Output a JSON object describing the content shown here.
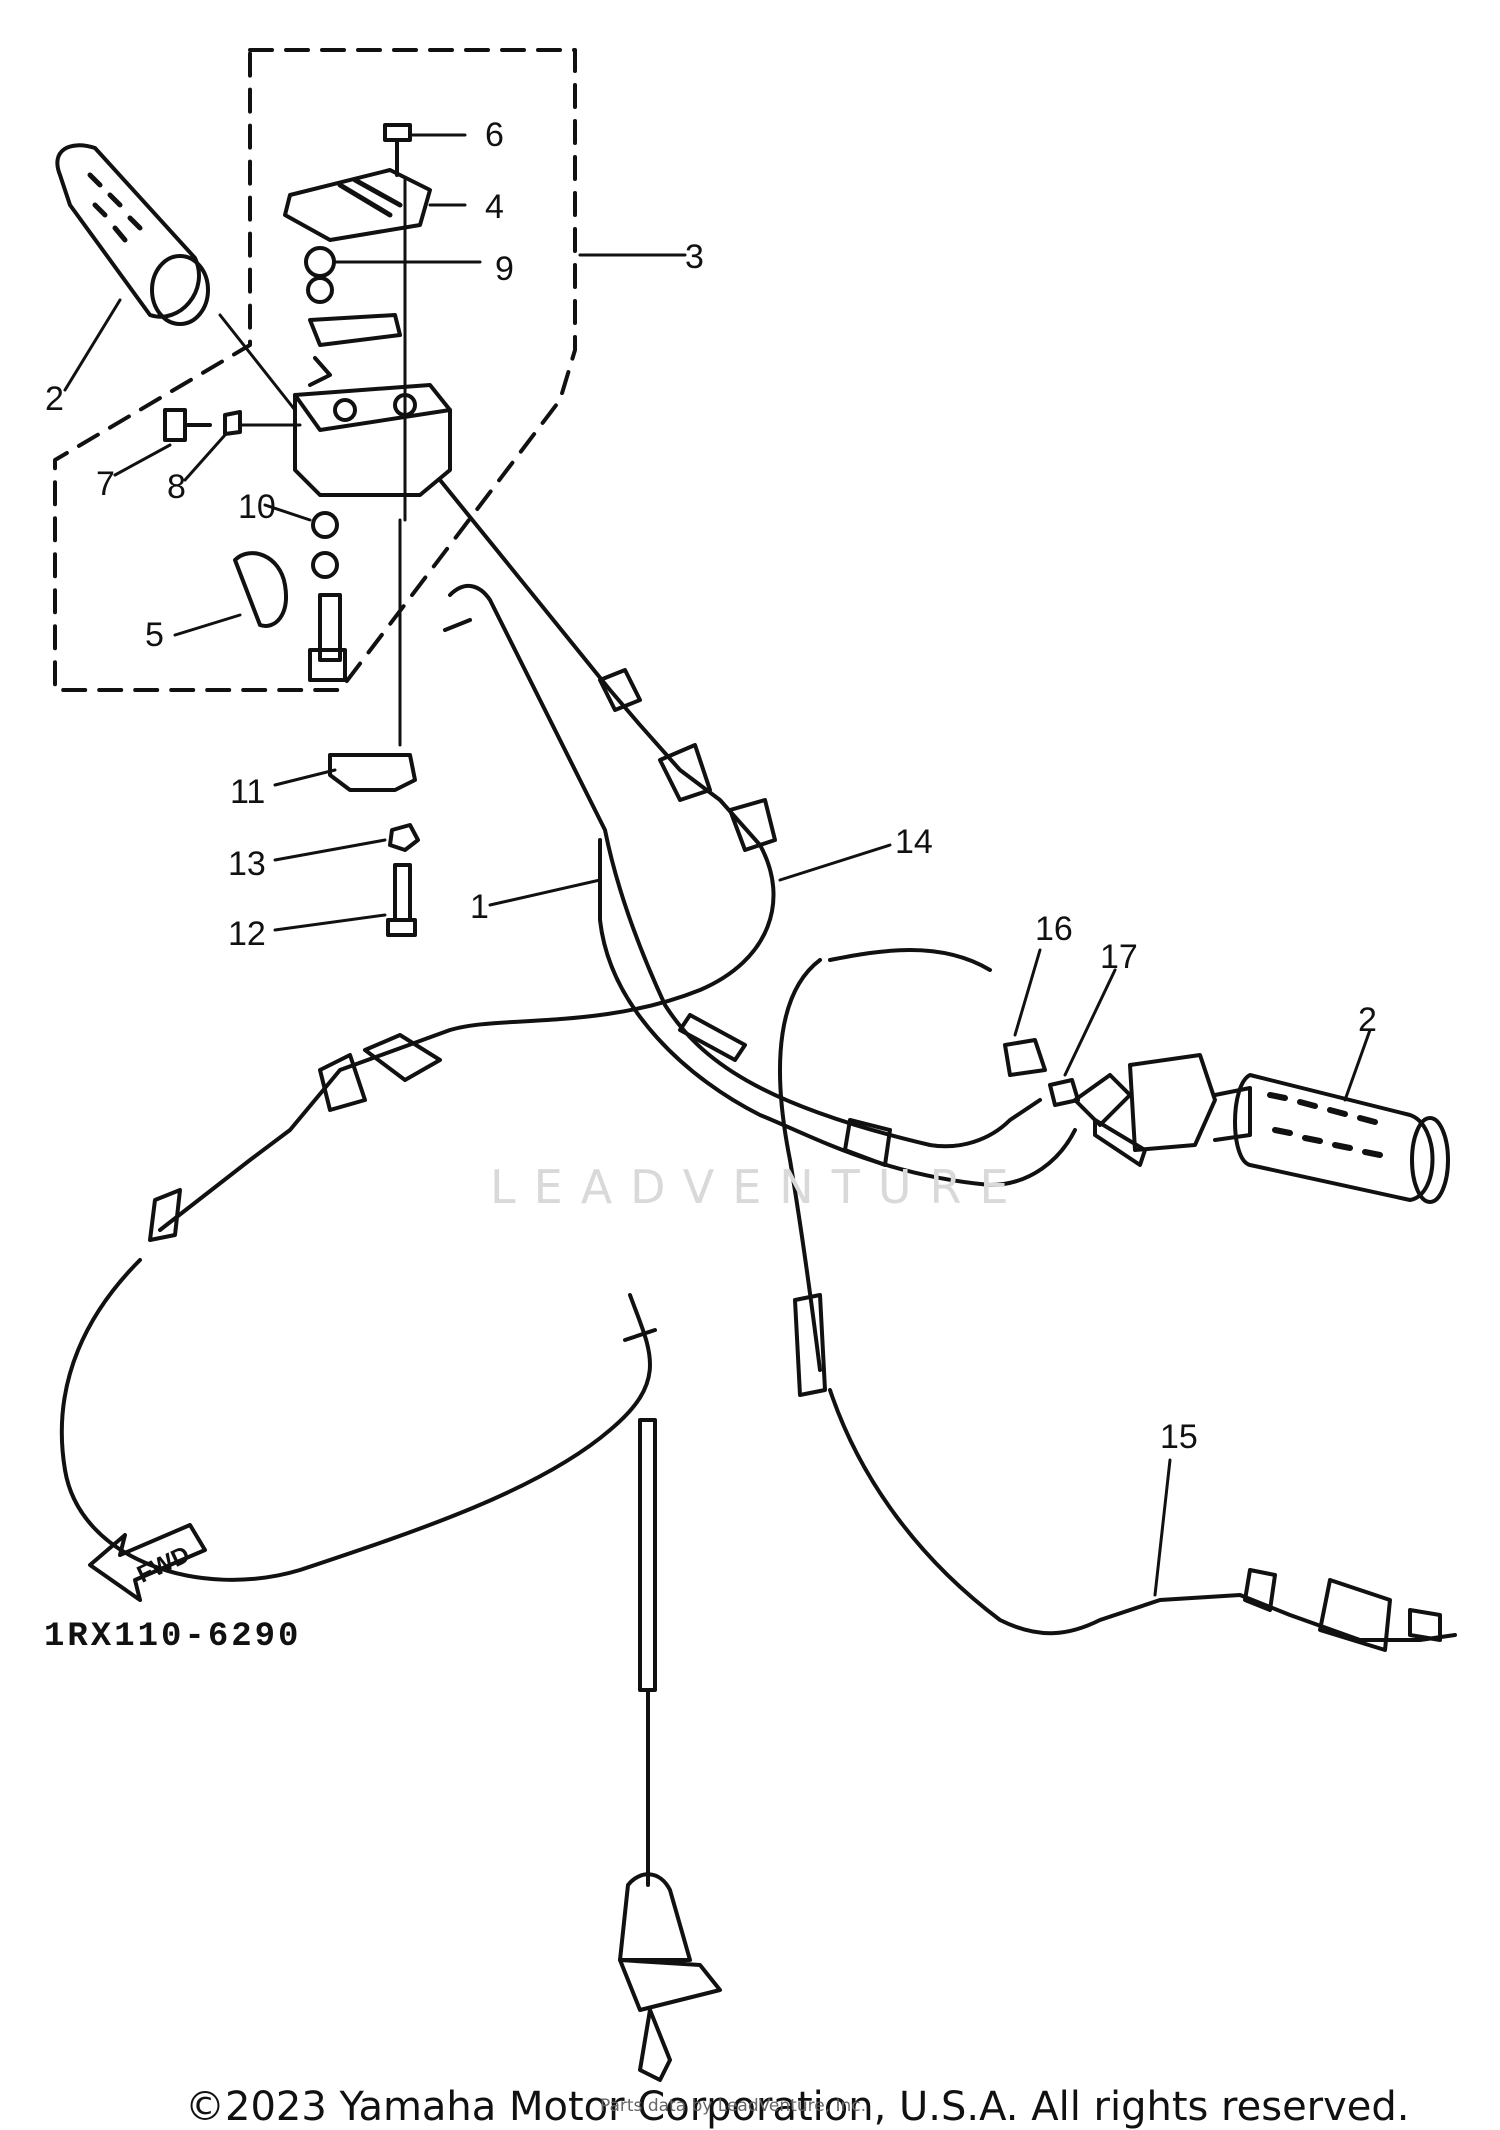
{
  "diagram": {
    "callouts": [
      "1",
      "2",
      "2",
      "3",
      "4",
      "5",
      "6",
      "7",
      "8",
      "9",
      "10",
      "11",
      "12",
      "13",
      "14",
      "15",
      "16",
      "17"
    ],
    "figure_code": "1RX110-6290",
    "fwd_label": "FWD",
    "watermark": "LEADVENTURE",
    "copyright": "©2023 Yamaha Motor Corporation, U.S.A. All rights reserved.",
    "credit": "Parts data by LeadVenture, Inc."
  },
  "colors": {
    "line": "#111111",
    "watermark": "#d9d9d9"
  }
}
